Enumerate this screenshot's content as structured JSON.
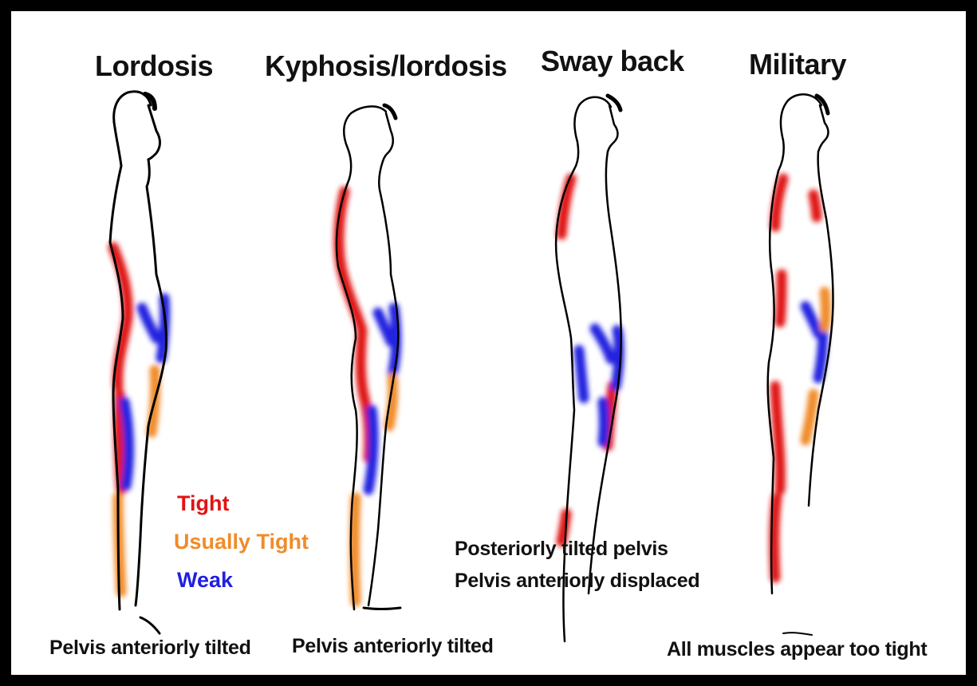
{
  "figures": [
    {
      "title": "Lordosis",
      "caption": "Pelvis anteriorly tilted"
    },
    {
      "title": "Kyphosis/lordosis",
      "caption": "Pelvis anteriorly tilted"
    },
    {
      "title": "Sway back",
      "caption": ""
    },
    {
      "title": "Military",
      "caption": "All muscles appear too tight"
    }
  ],
  "sway_back_notes": [
    "Posteriorly tilted pelvis",
    "Pelvis anteriorly displaced"
  ],
  "legend": [
    {
      "label": "Tight",
      "color": "#e01414"
    },
    {
      "label": "Usually Tight",
      "color": "#f08c2a"
    },
    {
      "label": "Weak",
      "color": "#2020e0"
    }
  ]
}
